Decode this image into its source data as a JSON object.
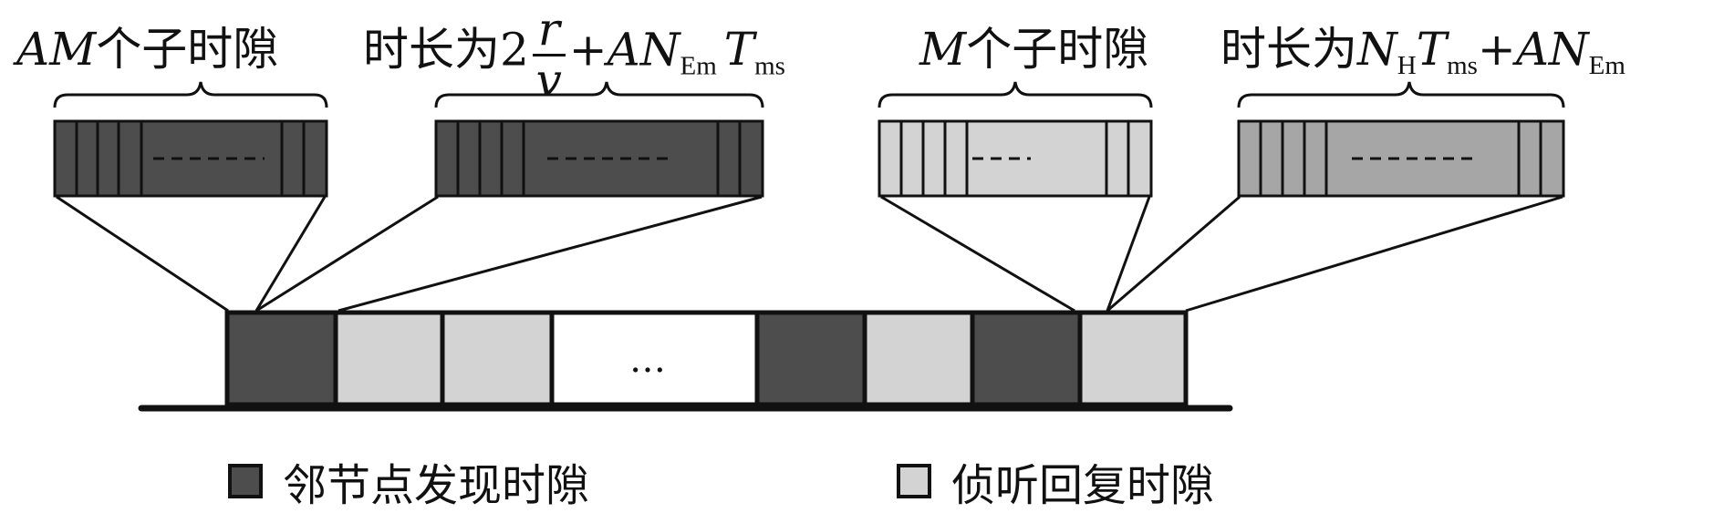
{
  "labels": {
    "group1": {
      "math": "AM",
      "cjk": "个子时隙"
    },
    "group2": {
      "cjk": "时长为",
      "two": "2",
      "frac_num": "r",
      "frac_den": "v",
      "plus": "+",
      "an": "AN",
      "an_sub": "Em",
      "t": "T",
      "t_sub": "ms"
    },
    "group3": {
      "math": "M",
      "cjk": "个子时隙"
    },
    "group4": {
      "cjk": "时长为",
      "n": "N",
      "n_sub": "H",
      "t": "T",
      "t_sub": "ms",
      "plus": "+",
      "an": "AN",
      "an_sub": "Em"
    }
  },
  "frames": [
    {
      "name": "frame-1",
      "kind": "discovery"
    },
    {
      "name": "frame-2",
      "kind": "listen-reply"
    },
    {
      "name": "frame-3",
      "kind": "listen-reply"
    },
    {
      "name": "frame-4",
      "kind": "ellipsis",
      "text": "…"
    },
    {
      "name": "frame-5",
      "kind": "discovery"
    },
    {
      "name": "frame-6",
      "kind": "listen-reply"
    },
    {
      "name": "frame-7",
      "kind": "discovery"
    },
    {
      "name": "frame-8",
      "kind": "listen-reply"
    }
  ],
  "legend": [
    {
      "name": "legend-discovery",
      "text": "邻节点发现时隙",
      "kind": "discovery"
    },
    {
      "name": "legend-listen-reply",
      "text": "侦听回复时隙",
      "kind": "listen-reply"
    }
  ],
  "colors": {
    "discovery": "#4d4d4d",
    "listen_reply": "#d3d3d3",
    "mid_gray": "#a6a6a6",
    "outline": "#111111",
    "empty": "#ffffff"
  }
}
